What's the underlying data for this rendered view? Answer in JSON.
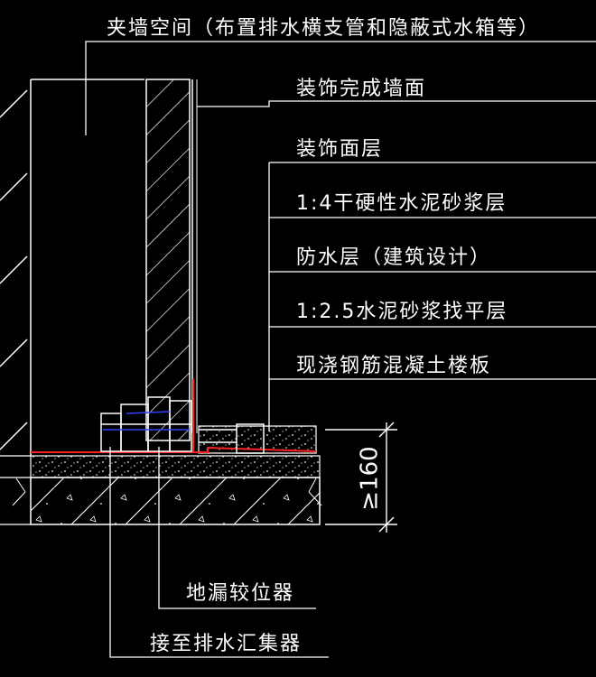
{
  "labels": {
    "interlayer_space": "夹墙空间（布置排水横支管和隐蔽式水箱等）",
    "finished_wall": "装饰完成墙面",
    "finish_layer": "装饰面层",
    "dry_mortar": "1:4干硬性水泥砂浆层",
    "waterproof": "防水层（建筑设计）",
    "leveling": "1:2.5水泥砂浆找平层",
    "slab": "现浇钢筋混凝土楼板",
    "floor_drain": "地漏较位器",
    "collector": "接至排水汇集器"
  },
  "dimension": "≥160",
  "colors": {
    "background": "#000000",
    "line": "#ffffff",
    "waterproof_line": "#ff2020",
    "pipe_accent": "#3040ff"
  }
}
